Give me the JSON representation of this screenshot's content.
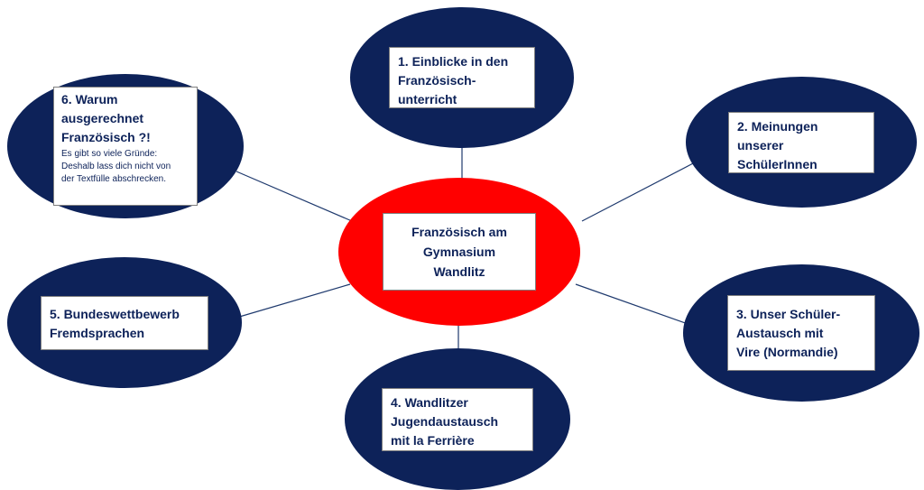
{
  "diagram": {
    "center": {
      "label": "Französisch am\nGymnasium\nWandlitz"
    },
    "nodes": {
      "n1": {
        "label": "1.    Einblicke in den\n        Französisch-\n        unterricht"
      },
      "n2": {
        "label": "2.    Meinungen\n        unserer\n        SchülerInnen"
      },
      "n3": {
        "label": "3.    Unser Schüler-\n        Austausch mit\n        Vire (Normandie)"
      },
      "n4": {
        "label": "4.    Wandlitzer\n        Jugendaustausch\n        mit la Ferrière"
      },
      "n5": {
        "label": "5.    Bundeswettbewerb\n        Fremdsprachen"
      },
      "n6": {
        "label": "6.    Warum\n        ausgerechnet\n        Französisch ?!",
        "note": "Es gibt so viele Gründe:\nDeshalb lass dich nicht von\nder Textfülle abschrecken."
      }
    },
    "colors": {
      "node_fill": "#0d2259",
      "center_fill": "#ff0000",
      "box_text": "#0d2259",
      "connector": "#1f3a6e"
    }
  }
}
